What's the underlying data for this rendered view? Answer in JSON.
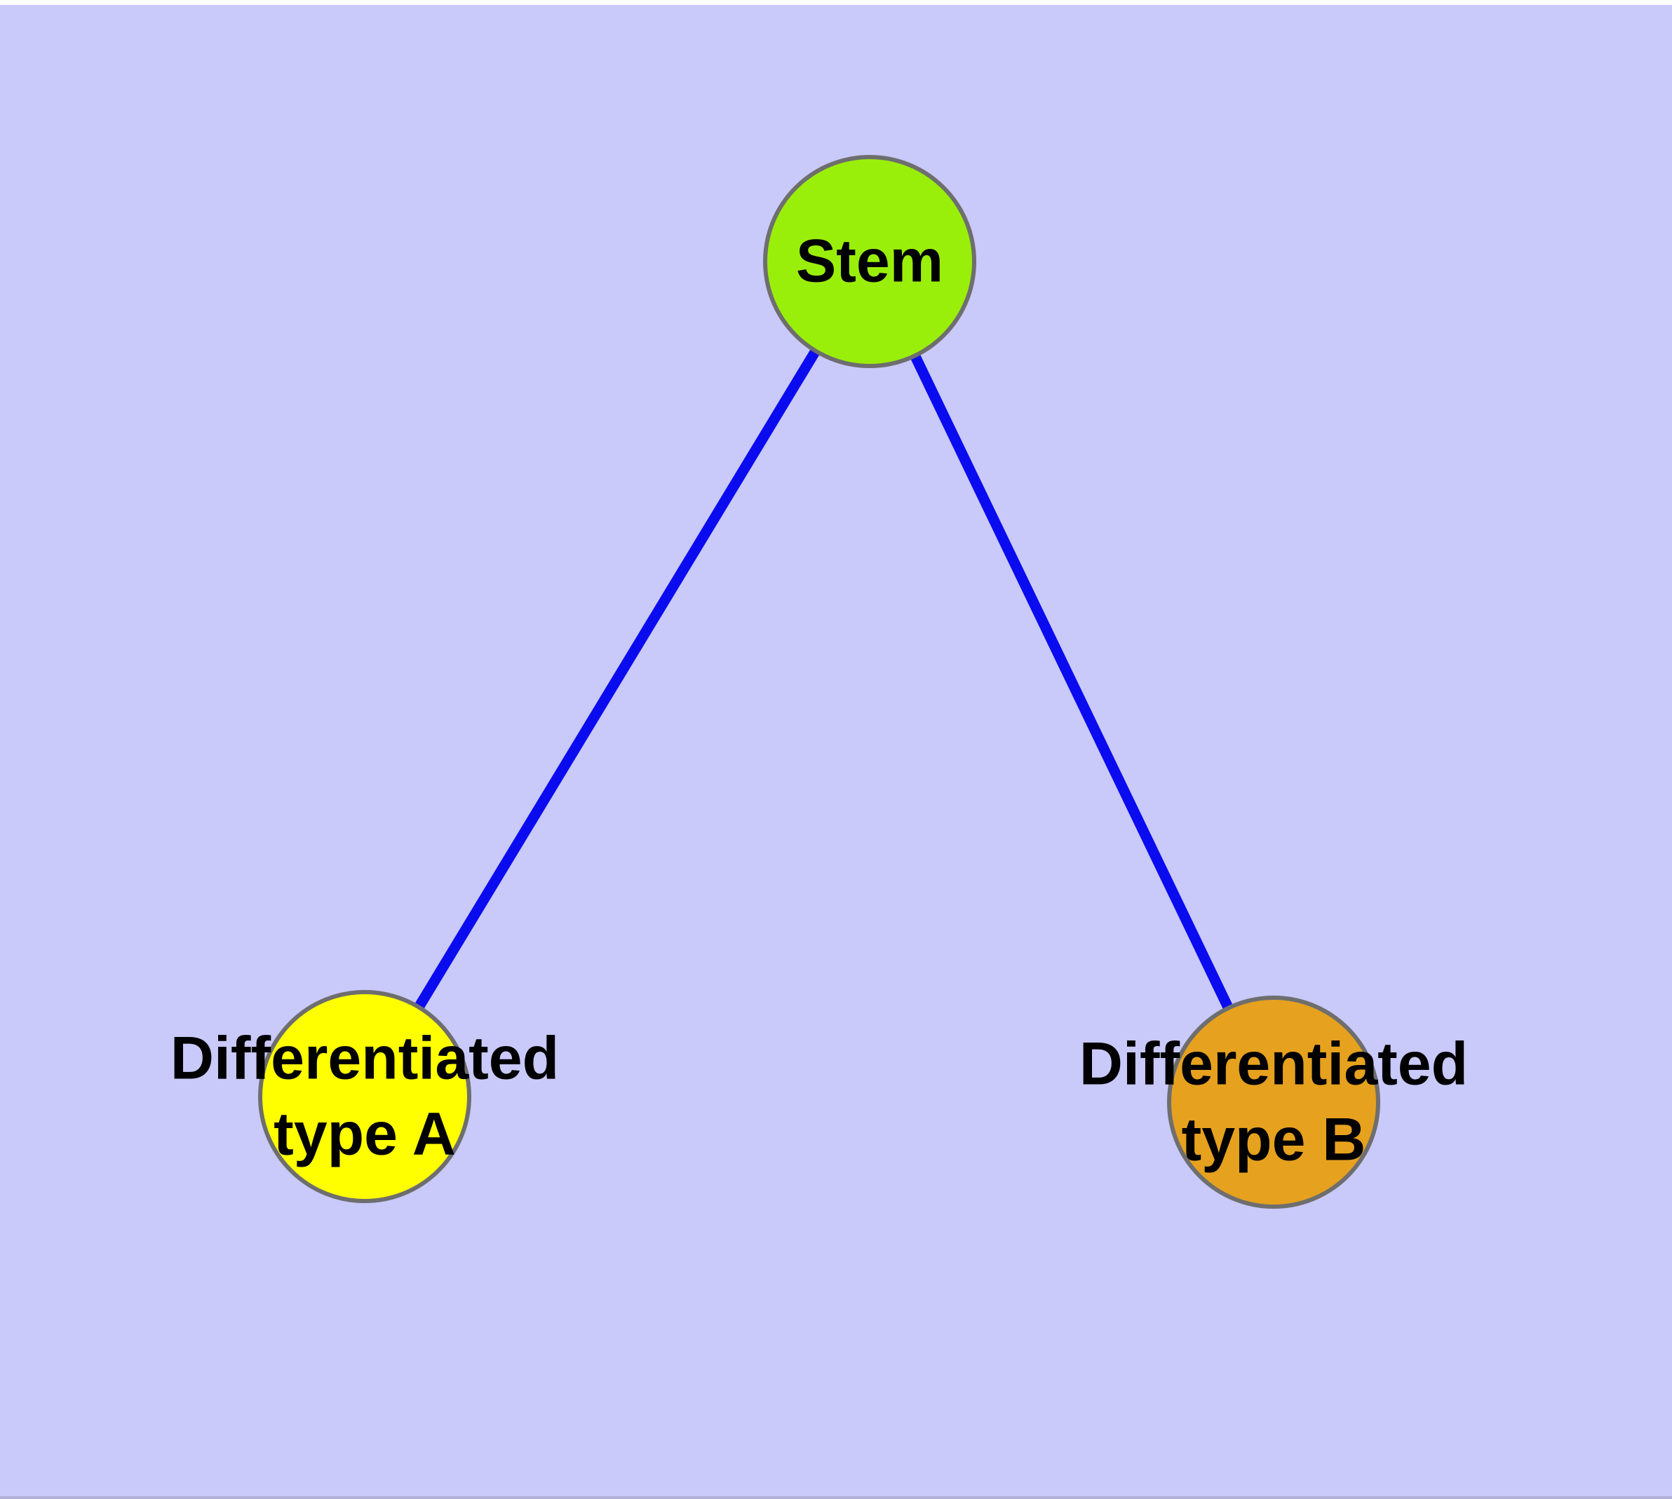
{
  "diagram": {
    "type": "node-link-graph",
    "description": "Cell differentiation tree: a Stem node connected to two differentiated cell-type nodes",
    "colors": {
      "background": "#C9C9FA",
      "edge": "#0B0BF0",
      "node_border": "#6E6E6E",
      "text": "#000000",
      "stem_fill": "#9AEF0A",
      "type_a_fill": "#FFFF00",
      "type_b_fill": "#E6A11E"
    },
    "nodes": [
      {
        "id": "stem",
        "label": "Stem",
        "fill": "#9AEF0A"
      },
      {
        "id": "differentiated-type-a",
        "label_line1": "Differentiated",
        "label_line2": "type A",
        "fill": "#FFFF00"
      },
      {
        "id": "differentiated-type-b",
        "label_line1": "Differentiated",
        "label_line2": "type B",
        "fill": "#E6A11E"
      }
    ],
    "edges": [
      {
        "from": "Stem",
        "to": "Differentiated type A"
      },
      {
        "from": "Stem",
        "to": "Differentiated type B"
      }
    ]
  }
}
